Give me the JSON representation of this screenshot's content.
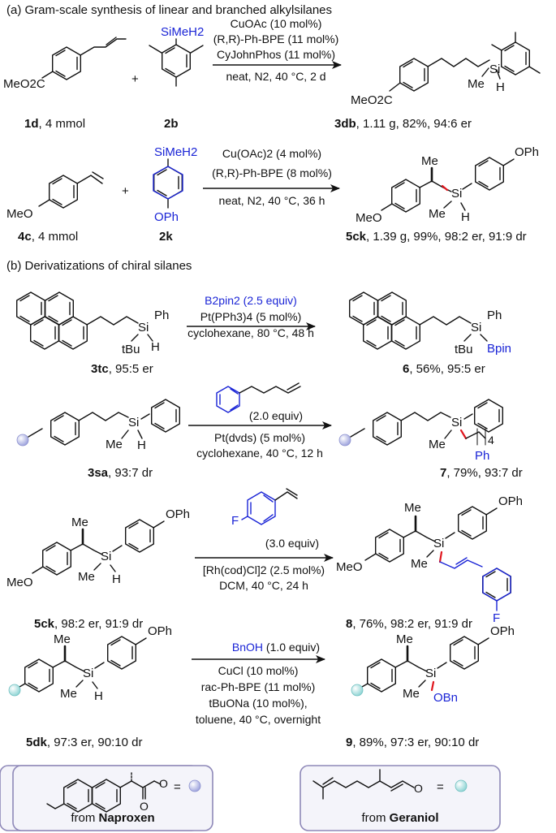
{
  "colors": {
    "reagent_blue": "#1a24d6",
    "bond_red": "#e0161e",
    "naproxen_sphere": "#b3b7e6",
    "geraniol_sphere": "#a8e0e0",
    "legend_border": "#8e88b8"
  },
  "section_a": {
    "title": "(a) Gram-scale synthesis of linear and branched alkylsilanes",
    "rxn1": {
      "cond": [
        "CuOAc (10 mol%)",
        "(R,R)-Ph-BPE (11 mol%)",
        "CyJohnPhos (11 mol%)",
        "neat, N2, 40 °C, 2 d"
      ],
      "plus": "+",
      "sm_substituent": "MeO2C",
      "silane_label": "SiMeH2",
      "product_ester": "MeO2C",
      "product_si": "Si",
      "product_me": "Me",
      "product_h": "H",
      "sm_caption_bold": "1d",
      "sm_caption": ", 4 mmol",
      "silane_caption_bold": "2b",
      "product_caption_bold": "3db",
      "product_caption": ", 1.11 g, 82%, 94:6 er"
    },
    "rxn2": {
      "cond": [
        "Cu(OAc)2 (4 mol%)",
        "(R,R)-Ph-BPE (8 mol%)",
        "neat, N2, 40 °C, 36 h"
      ],
      "plus": "+",
      "sm_substituent": "MeO",
      "silane_label": "SiMeH2",
      "silane_sub": "OPh",
      "product_ophlabel": "OPh",
      "product_me_top": "Me",
      "product_si": "Si",
      "product_me": "Me",
      "product_h": "H",
      "product_meo": "MeO",
      "sm_caption_bold": "4c",
      "sm_caption": ", 4 mmol",
      "silane_caption_bold": "2k",
      "product_caption_bold": "5ck",
      "product_caption": ", 1.39 g, 99%, 98:2 er, 91:9 dr"
    }
  },
  "section_b": {
    "title": "(b) Derivatizations of chiral silanes",
    "rxn3": {
      "cond": [
        "B2pin2 (2.5 equiv)",
        "Pt(PPh3)4 (5 mol%)",
        "cyclohexane, 80 °C, 48 h"
      ],
      "sm_si": "Si",
      "sm_ph": "Ph",
      "sm_tbu": "tBu",
      "sm_h": "H",
      "p_si": "Si",
      "p_ph": "Ph",
      "p_tbu": "tBu",
      "p_bpin": "Bpin",
      "sm_caption_bold": "3tc",
      "sm_caption": ", 95:5 er",
      "product_caption_bold": "6",
      "product_caption": ", 56%, 95:5 er"
    },
    "rxn4": {
      "cond": [
        "(2.0 equiv)",
        "Pt(dvds) (5 mol%)",
        "cyclohexane, 40 °C, 12 h"
      ],
      "sm_si": "Si",
      "sm_me": "Me",
      "sm_h": "H",
      "p_si": "Si",
      "p_me": "Me",
      "p_sub": "4",
      "p_ph": "Ph",
      "sm_caption_bold": "3sa",
      "sm_caption": ", 93:7 dr",
      "product_caption_bold": "7",
      "product_caption": ", 79%, 93:7 dr"
    },
    "rxn5": {
      "cond": [
        "(3.0 equiv)",
        "[Rh(cod)Cl]2 (2.5 mol%)",
        "DCM, 40 °C, 24 h"
      ],
      "reagent_f": "F",
      "sm_me_top": "Me",
      "sm_oph": "OPh",
      "sm_si": "Si",
      "sm_me": "Me",
      "sm_h": "H",
      "sm_meo": "MeO",
      "p_me_top": "Me",
      "p_oph": "OPh",
      "p_si": "Si",
      "p_me": "Me",
      "p_meo": "MeO",
      "p_f": "F",
      "sm_caption_bold": "5ck",
      "sm_caption": ", 98:2 er, 91:9 dr",
      "product_caption_bold": "8",
      "product_caption": ", 76%, 98:2 er, 91:9 dr"
    },
    "rxn6": {
      "reagent": "BnOH",
      "reagent_equiv": " (1.0 equiv)",
      "cond": [
        "CuCl (10 mol%)",
        "rac-Ph-BPE (11 mol%)",
        "tBuONa (10 mol%),",
        "toluene, 40 °C, overnight"
      ],
      "sm_me_top": "Me",
      "sm_oph": "OPh",
      "sm_si": "Si",
      "sm_me": "Me",
      "sm_h": "H",
      "p_me_top": "Me",
      "p_oph": "OPh",
      "p_si": "Si",
      "p_me": "Me",
      "p_obn": "OBn",
      "sm_caption_bold": "5dk",
      "sm_caption": ", 97:3 er, 90:10 dr",
      "product_caption_bold": "9",
      "product_caption": ", 89%, 97:3 er, 90:10 dr"
    }
  },
  "legend": {
    "naproxen": {
      "from": "from ",
      "name": "Naproxen",
      "equals": "="
    },
    "geraniol": {
      "from": "from ",
      "name": "Geraniol",
      "equals": "="
    }
  }
}
